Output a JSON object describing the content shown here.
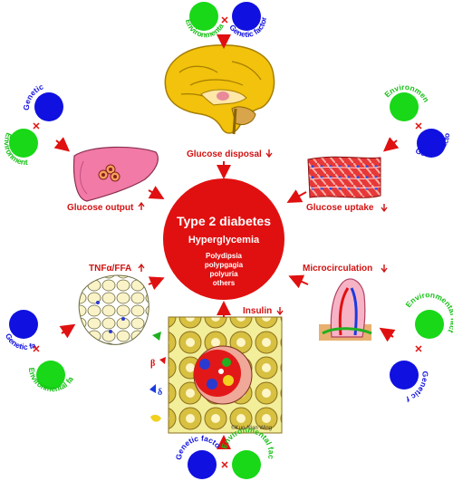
{
  "center": {
    "title": "Type 2 diabetes",
    "subtitle": "Hyperglycemia",
    "symptoms": [
      "Polydipsia",
      "polypgagia",
      "polyuria",
      "others"
    ]
  },
  "labels": {
    "glucose_disposal": "Glucose disposal",
    "glucose_output": "Glucose output",
    "glucose_uptake": "Glucose uptake",
    "tnf_ffa": "TNFα/FFA",
    "microcirculation": "Microcirculation",
    "insulin": "Insulin"
  },
  "factors": {
    "environmental": "Environmental factors",
    "genetic": "Genetic factors"
  },
  "islet_markers": [
    "β",
    "δ"
  ],
  "credit": "©Kuo-Nian Wing",
  "colors": {
    "red": "#e01010",
    "environmental": "#18d818",
    "genetic": "#1010e0"
  }
}
